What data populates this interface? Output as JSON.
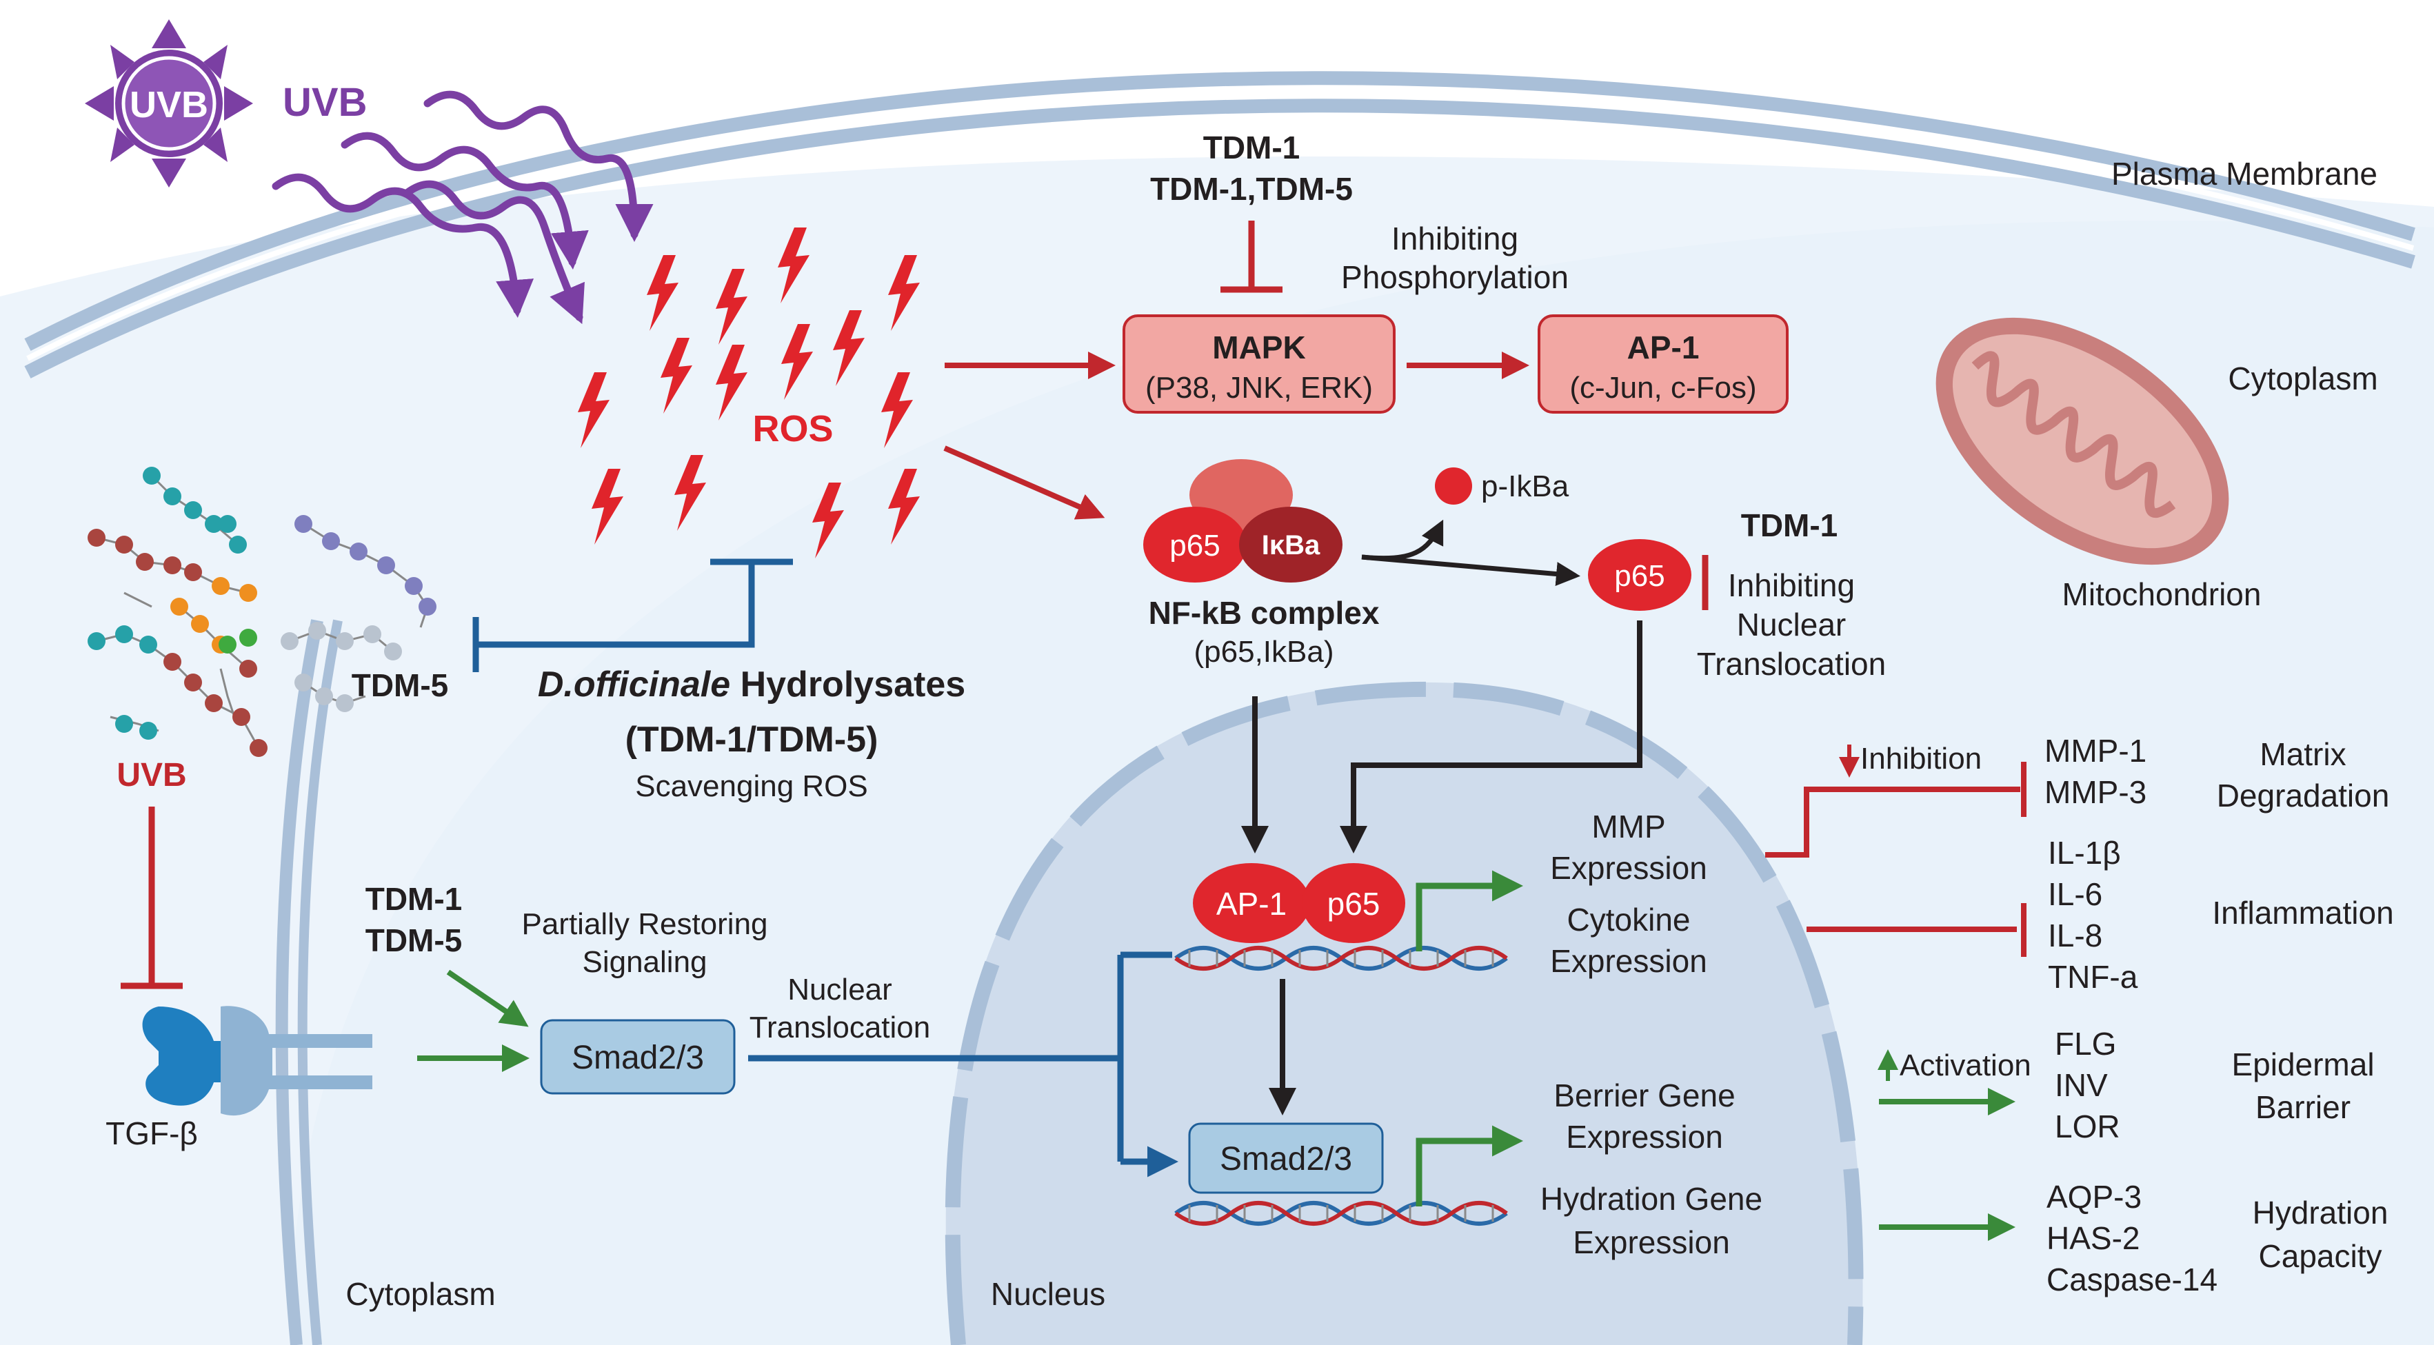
{
  "uvb_badge": "UVB",
  "uvb_label": "UVB",
  "membrane": {
    "plasma_membrane": "Plasma Membrane",
    "cytoplasm_right": "Cytoplasm",
    "cytoplasm_bottom": "Cytoplasm",
    "nucleus": "Nucleus",
    "mitochondrion": "Mitochondrion"
  },
  "ros": "ROS",
  "top_inhibitor": {
    "line1": "TDM-1",
    "line2": "TDM-1,TDM-5",
    "note_line1": "Inhibiting",
    "note_line2": "Phosphorylation"
  },
  "mapk": {
    "title": "MAPK",
    "sub": "(P38, JNK, ERK)"
  },
  "ap1_top": {
    "title": "AP-1",
    "sub": "(c-Jun, c-Fos)"
  },
  "nfkb": {
    "p65": "p65",
    "ikba": "IκBa",
    "title": "NF-kB complex",
    "sub": "(p65,IkBa)",
    "p_ikba": "p-IkBa",
    "p65_free": "p65",
    "tdm": "TDM-1",
    "note_line1": "Inhibiting",
    "note_line2": "Nuclear",
    "note_line3": "Translocation"
  },
  "hydrolysates": {
    "tdm5": "TDM-5",
    "name_italic": "D.officinale",
    "name_rest": " Hydrolysates",
    "ids": "(TDM-1/TDM-5)",
    "note": "Scavenging ROS"
  },
  "left_path": {
    "uvb": "UVB",
    "tgf": "TGF-β",
    "tdm1": "TDM-1",
    "tdm5": "TDM-5",
    "partial_line1": "Partially Restoring",
    "partial_line2": "Signaling",
    "smad": "Smad2/3",
    "nuclear_line1": "Nuclear",
    "nuclear_line2": "Translocation"
  },
  "nucleus_content": {
    "ap1": "AP-1",
    "p65": "p65",
    "smad": "Smad2/3",
    "mmp_line1": "MMP",
    "mmp_line2": "Expression",
    "cyto_line1": "Cytokine",
    "cyto_line2": "Expression",
    "barrier_line1": "Berrier Gene",
    "barrier_line2": "Expression",
    "hydration_line1": "Hydration Gene",
    "hydration_line2": "Expression"
  },
  "outcomes": {
    "inhibition": "Inhibition",
    "activation": "Activation",
    "mmp1": "MMP-1",
    "mmp3": "MMP-3",
    "matrix_line1": "Matrix",
    "matrix_line2": "Degradation",
    "il1b": "IL-1β",
    "il6": "IL-6",
    "il8": "IL-8",
    "tnfa": "TNF-a",
    "inflammation": "Inflammation",
    "flg": "FLG",
    "inv": "INV",
    "lor": "LOR",
    "epidermal_line1": "Epidermal",
    "epidermal_line2": "Barrier",
    "aqp3": "AQP-3",
    "has2": "HAS-2",
    "casp14": "Caspase-14",
    "hydration_line1": "Hydration",
    "hydration_line2": "Capacity"
  },
  "colors": {
    "red": "#c1272d",
    "green": "#3a8a3a",
    "blue": "#1f5f99",
    "purple": "#7b3fa3",
    "black": "#231f20"
  }
}
